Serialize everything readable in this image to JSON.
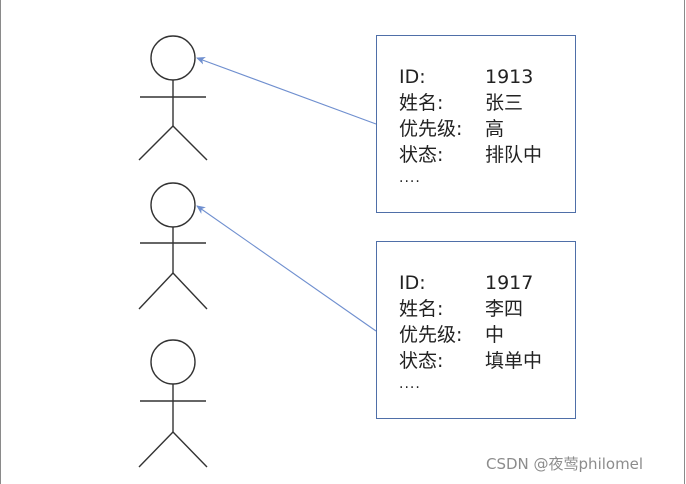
{
  "cards": [
    {
      "rows": [
        {
          "key": "ID:",
          "value": "1913"
        },
        {
          "key": "姓名:",
          "value": "张三"
        },
        {
          "key": "优先级:",
          "value": "高"
        },
        {
          "key": "状态:",
          "value": "排队中"
        }
      ],
      "more": "...."
    },
    {
      "rows": [
        {
          "key": "ID:",
          "value": "1917"
        },
        {
          "key": "姓名:",
          "value": "李四"
        },
        {
          "key": "优先级:",
          "value": "中"
        },
        {
          "key": "状态:",
          "value": "填单中"
        }
      ],
      "more": "...."
    }
  ],
  "watermark": "CSDN @夜莺philomel",
  "colors": {
    "arrow": "#6f8fcf",
    "card_border": "#4f6fa8",
    "figure_stroke": "#333333",
    "watermark": "#8c8c8c"
  }
}
